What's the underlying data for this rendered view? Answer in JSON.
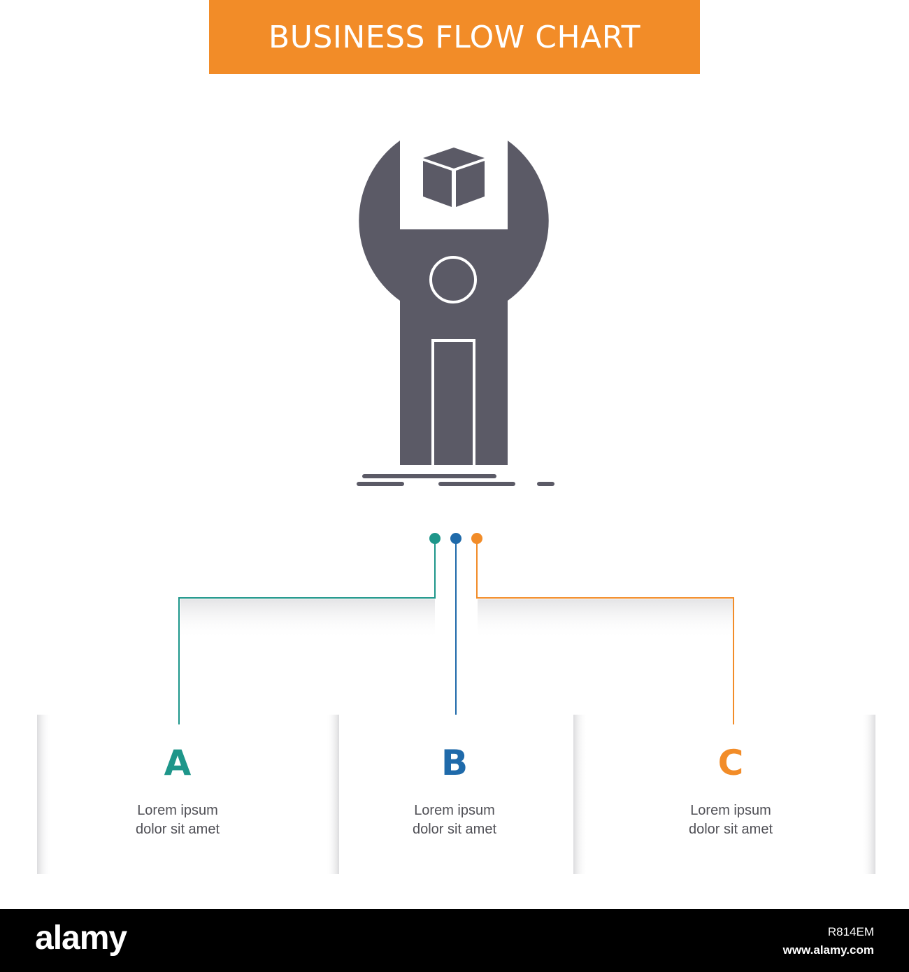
{
  "header": {
    "title": "BUSINESS FLOW CHART"
  },
  "colors": {
    "banner": "#f28c28",
    "icon": "#5b5a66",
    "branch_a": "#1e968a",
    "branch_b": "#1f6aaa",
    "branch_c": "#f28c28"
  },
  "icon": {
    "name": "sdk-wrench-cube-icon"
  },
  "steps": [
    {
      "letter": "A",
      "line1": "Lorem ipsum",
      "line2": "dolor sit amet"
    },
    {
      "letter": "B",
      "line1": "Lorem ipsum",
      "line2": "dolor sit amet"
    },
    {
      "letter": "C",
      "line1": "Lorem ipsum",
      "line2": "dolor sit amet"
    }
  ],
  "footer": {
    "logo": "alamy",
    "image_id": "R814EM",
    "url": "www.alamy.com"
  }
}
